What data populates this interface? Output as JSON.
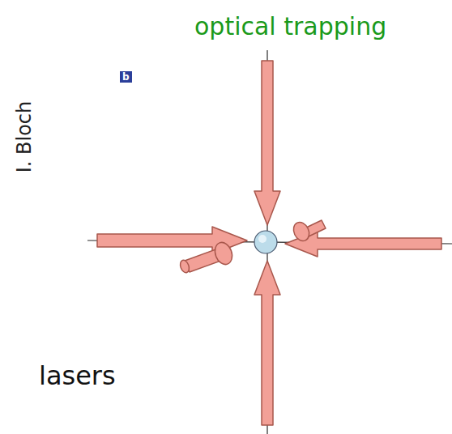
{
  "diagram": {
    "title": "optical trapping",
    "labels": [
      "b",
      "I. Bloch",
      "lasers"
    ]
  }
}
